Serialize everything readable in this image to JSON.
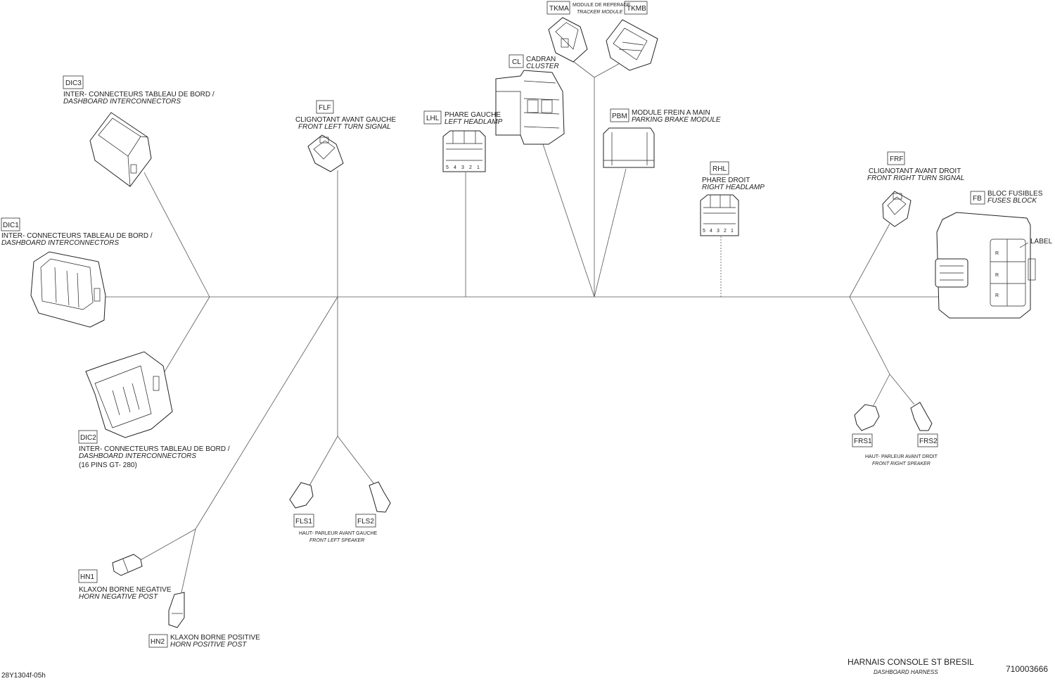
{
  "connectors": {
    "dic3": {
      "tag": "DIC3",
      "fr": "INTER- CONNECTEURS TABLEAU DE BORD /",
      "en": "DASHBOARD INTERCONNECTORS"
    },
    "dic1": {
      "tag": "DIC1",
      "fr": "INTER- CONNECTEURS TABLEAU DE BORD /",
      "en": "DASHBOARD INTERCONNECTORS"
    },
    "dic2": {
      "tag": "DIC2",
      "fr": "INTER- CONNECTEURS TABLEAU DE BORD /",
      "en": "DASHBOARD INTERCONNECTORS",
      "note": "(16 PINS GT- 280)"
    },
    "flf": {
      "tag": "FLF",
      "fr": "CLIGNOTANT AVANT GAUCHE",
      "en": "FRONT LEFT TURN SIGNAL"
    },
    "lhl": {
      "tag": "LHL",
      "fr": "PHARE GAUCHE",
      "en": "LEFT HEADLAMP"
    },
    "cl": {
      "tag": "CL",
      "fr": "CADRAN",
      "en": "CLUSTER"
    },
    "tkma": {
      "tag": "TKMA"
    },
    "tkmb": {
      "tag": "TKMB"
    },
    "tracker": {
      "fr": "MODULE DE REPERAGE",
      "en": "TRACKER MODULE"
    },
    "pbm": {
      "tag": "PBM",
      "fr": "MODULE FREIN A MAIN",
      "en": "PARKING BRAKE MODULE"
    },
    "rhl": {
      "tag": "RHL",
      "fr": "PHARE DROIT",
      "en": "RIGHT HEADLAMP"
    },
    "frf": {
      "tag": "FRF",
      "fr": "CLIGNOTANT AVANT DROIT",
      "en": "FRONT RIGHT TURN SIGNAL"
    },
    "fb": {
      "tag": "FB",
      "fr": "BLOC FUSIBLES",
      "en": "FUSES BLOCK",
      "label": "LABEL"
    },
    "frs1": {
      "tag": "FRS1"
    },
    "frs2": {
      "tag": "FRS2"
    },
    "frs": {
      "fr": "HAUT- PARLEUR AVANT DROIT",
      "en": "FRONT RIGHT SPEAKER"
    },
    "fls1": {
      "tag": "FLS1"
    },
    "fls2": {
      "tag": "FLS2"
    },
    "fls": {
      "fr": "HAUT- PARLEUR AVANT GAUCHE",
      "en": "FRONT LEFT SPEAKER"
    },
    "hn1": {
      "tag": "HN1",
      "fr": "KLAXON BORNE NEGATIVE",
      "en": "HORN NEGATIVE POST"
    },
    "hn2": {
      "tag": "HN2",
      "fr": "KLAXON BORNE POSITIVE",
      "en": "HORN POSITIVE POST"
    }
  },
  "pins": [
    "5",
    "4",
    "3",
    "2",
    "1"
  ],
  "footer": {
    "title": "HARNAIS CONSOLE ST BRESIL",
    "subtitle": "DASHBOARD HARNESS",
    "part_number": "710003666",
    "drawing_id": "28Y1304f-05h"
  }
}
